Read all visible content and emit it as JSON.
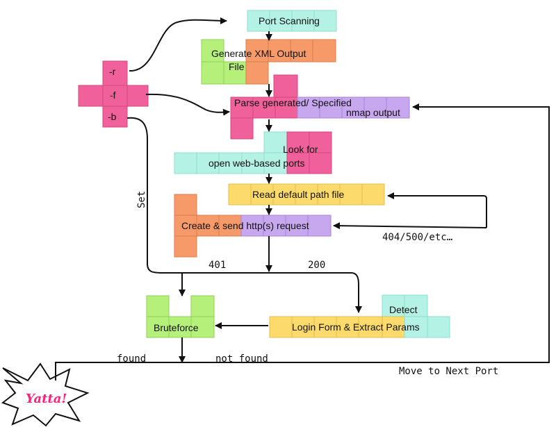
{
  "colors": {
    "pink": "#f0609a",
    "orange": "#f59a68",
    "green": "#b5f07a",
    "cyan": "#b3f2e4",
    "purple": "#c7a8ef",
    "yellow": "#fcdb6c",
    "arrow": "#111111",
    "yatta_text": "#ff1f7d"
  },
  "options": {
    "r": "-r",
    "f": "-f",
    "b": "-b"
  },
  "nodes": {
    "port_scanning": "Port Scanning",
    "generate_xml_line1": "Generate XML Output",
    "generate_xml_line2": "File",
    "parse_line1": "Parse generated/ Specified",
    "parse_line2": "nmap output",
    "look_for_line1": "Look for",
    "look_for_line2": "open web-based ports",
    "read_default": "Read default path file",
    "create_send": "Create & send http(s) request",
    "detect": "Detect",
    "login_form": "Login Form & Extract Params",
    "bruteforce": "Bruteforce",
    "yatta": "Yatta!"
  },
  "edge_labels": {
    "set": "Set",
    "code_401": "401",
    "code_200": "200",
    "error_codes": "404/500/etc…",
    "found": "found",
    "not_found": "not found",
    "next_port": "Move to Next Port"
  }
}
